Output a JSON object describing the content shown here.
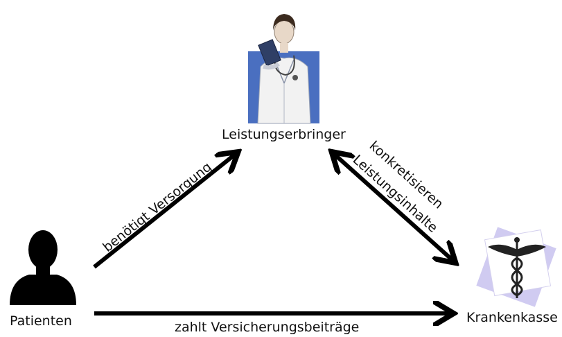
{
  "nodes": {
    "provider": {
      "label": "Leistungserbringer",
      "icon": "doctor-icon"
    },
    "patient": {
      "label": "Patienten",
      "icon": "person-silhouette-icon"
    },
    "insurer": {
      "label": "Krankenkasse",
      "icon": "caduceus-icon"
    }
  },
  "edges": {
    "needs_care": {
      "label": "benötigt Versorgung"
    },
    "specify_line1": {
      "label": "konkretisieren"
    },
    "specify_line2": {
      "label": "Leistungsinhalte"
    },
    "pays": {
      "label": "zahlt Versicherungsbeiträge"
    }
  },
  "colors": {
    "doctor_bg": "#4a6fc0",
    "caduceus_bg": "#c8c2ee",
    "arrow": "#000000"
  }
}
